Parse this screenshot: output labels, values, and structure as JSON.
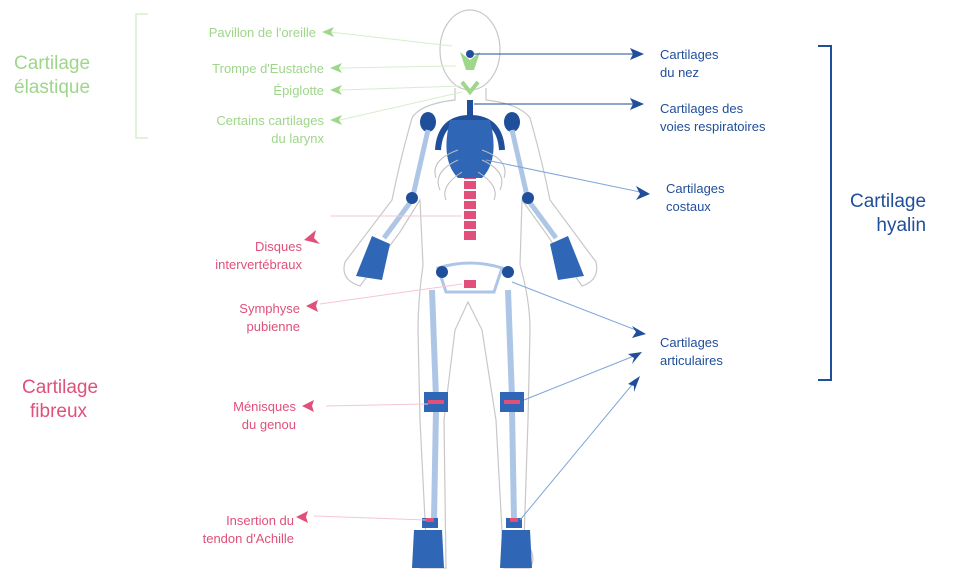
{
  "colors": {
    "elastic": "#9ed68a",
    "fibrous": "#e0507a",
    "hyaline": "#1f4e9a",
    "hyaline_light": "#7ea6d8",
    "outline": "#c8c8c8"
  },
  "categories": {
    "elastic": [
      "Cartilage",
      "élastique"
    ],
    "fibrous": [
      "Cartilage",
      "fibreux"
    ],
    "hyaline": [
      "Cartilage",
      "hyalin"
    ]
  },
  "elastic_labels": [
    [
      "Pavillon de l'oreille"
    ],
    [
      "Trompe d'Eustache"
    ],
    [
      "Épiglotte"
    ],
    [
      "Certains cartilages",
      "du larynx"
    ]
  ],
  "fibrous_labels": [
    [
      "Disques",
      "intervertébraux"
    ],
    [
      "Symphyse",
      "pubienne"
    ],
    [
      "Ménisques",
      "du genou"
    ],
    [
      "Insertion du",
      "tendon d'Achille"
    ]
  ],
  "hyaline_labels": [
    [
      "Cartilages",
      "du nez"
    ],
    [
      "Cartilages des",
      "voies respiratoires"
    ],
    [
      "Cartilages",
      "costaux"
    ],
    [
      "Cartilages",
      "articulaires"
    ]
  ]
}
